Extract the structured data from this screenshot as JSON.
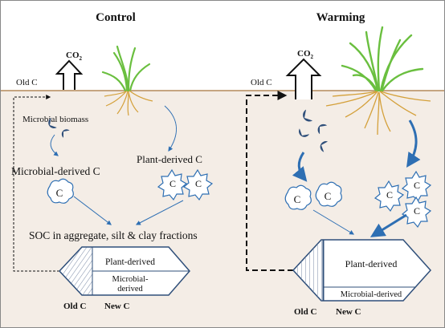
{
  "control": {
    "title": "Control",
    "co2": "CO",
    "co2_sub": "2",
    "old_c": "Old C",
    "microbial_biomass": "Microbial biomass",
    "microbial_derived_c": "Microbial-derived C",
    "plant_derived_c": "Plant-derived C",
    "soc": "SOC in aggregate, silt & clay fractions",
    "hex_plant": "Plant-derived",
    "hex_microbial_1": "Microbial-",
    "hex_microbial_2": "derived",
    "old_c_label": "Old C",
    "new_c_label": "New C"
  },
  "warming": {
    "title": "Warming",
    "co2": "CO",
    "co2_sub": "2",
    "old_c": "Old C",
    "hex_plant": "Plant-derived",
    "hex_microbial": "Microbial-derived",
    "old_c_label": "Old C",
    "new_c_label": "New C"
  },
  "c_symbol": "C",
  "colors": {
    "soil": "#f4ede6",
    "sky": "#ffffff",
    "ground_line": "#b48a5a",
    "blue": "#2e6fb3",
    "dark_blue": "#2f4f7a",
    "root": "#d4a03a",
    "grass": "#6abf3f"
  }
}
